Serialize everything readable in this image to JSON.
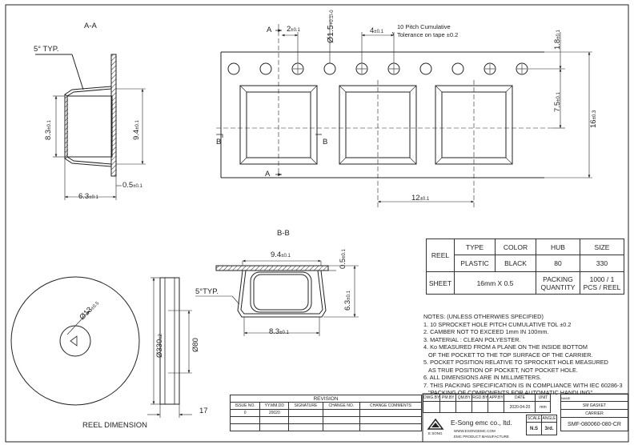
{
  "section_aa": {
    "title": "A-A",
    "typ": "5° TYP.",
    "dims": [
      "8.3",
      "9.4",
      "0.5",
      "6.3"
    ],
    "tol": "±0.1"
  },
  "tape": {
    "pitch_note_1": "10 Pitch Cumulative",
    "pitch_note_2": "Tolerance on tape ±0.2",
    "dim_2": "2",
    "dim_hole": "Ø1.5",
    "hole_tol": "+0.1/-0",
    "dim_4": "4",
    "dim_18": "1.8",
    "dim_75": "7.5",
    "dim_16": "16",
    "tol_03": "±0.3",
    "dim_12": "12",
    "tol": "±0.1",
    "label_a": "A",
    "label_b": "B"
  },
  "section_bb": {
    "title": "B-B",
    "typ": "5°TYP.",
    "dims": [
      "9.4",
      "0.5",
      "6.3",
      "8.3"
    ],
    "tol": "±0.1"
  },
  "reel": {
    "bore": "Ø13",
    "bore_tol": "±0.5",
    "outer": "Ø330",
    "outer_tol": "±2",
    "hub": "Ø80",
    "width": "17",
    "caption": "REEL DIMENSION"
  },
  "spec_table": {
    "reel_label": "REEL",
    "sheet_label": "SHEET",
    "headers": [
      "TYPE",
      "COLOR",
      "HUB",
      "SIZE"
    ],
    "values": [
      "PLASTIC",
      "BLACK",
      "80",
      "330"
    ],
    "sheet_value": "16mm X 0.5",
    "packing_label_1": "PACKING",
    "packing_label_2": "QUANTITY",
    "packing_value_1": "1000 / 1",
    "packing_value_2": "PCS / REEL"
  },
  "notes": [
    "NOTES: (UNLESS OTHERWIES SPECIFIED)",
    "1. 10 SPROCKET HOLE PITCH CUMULATIVE TOL ±0.2",
    "2. CAMBER NOT TO EXCEED 1mm IN 100mm.",
    "3. MATERIAL : CLEAN POLYESTER.",
    "4. Ko MEASURED FROM A PLANE ON THE INSIDE BOTTOM",
    "   OF THE POCKET TO THE TOP SURFACE OF THE CARRIER.",
    "5. POCKET POSITION RELATIVE TO SPROCKET HOLE MEASURED",
    "   AS TRUE POSITION OF POCKET, NOT POCKET HOLE.",
    "6. ALL DIMENSIONS ARE IN MILLIMETERS.",
    "7. THIS PACKING SPECIFICATION IS IN COMPLIANCE WITH IEC 60286-3",
    "   \"PACKING OF COMPONENTS FOR AUTOMATIC HANDLING\""
  ],
  "revision": {
    "title": "REVISION",
    "headers": [
      "ISSUE NO.",
      "YY.MM.DD",
      "SIGNATURE",
      "CHANGE NO.",
      "CHANGE COMMENTS"
    ],
    "row": [
      "0",
      "20020",
      "",
      "",
      ""
    ]
  },
  "title_block": {
    "headers": [
      "DWG.BY",
      "PM.BY",
      "QM.BY",
      "RGD.BY",
      "APP.BY",
      "DATE",
      "UNIT"
    ],
    "date": "2020-04-20",
    "unit": "mm",
    "scale_label": "SCALE",
    "angle_label": "ANGLE",
    "scale": "N.S",
    "angle": "3rd.",
    "company": "E-Song emc co., ltd.",
    "website": "WWW.ESONGEMC.COM",
    "tagline": "EMC PRODUCT MANUFACTURE",
    "logo_text": "E SONG",
    "name_label": "NAME",
    "part_name": "SM GASKET",
    "part_desc": "CARRIER",
    "drawing_no": "SMF-080060-080-CR"
  }
}
